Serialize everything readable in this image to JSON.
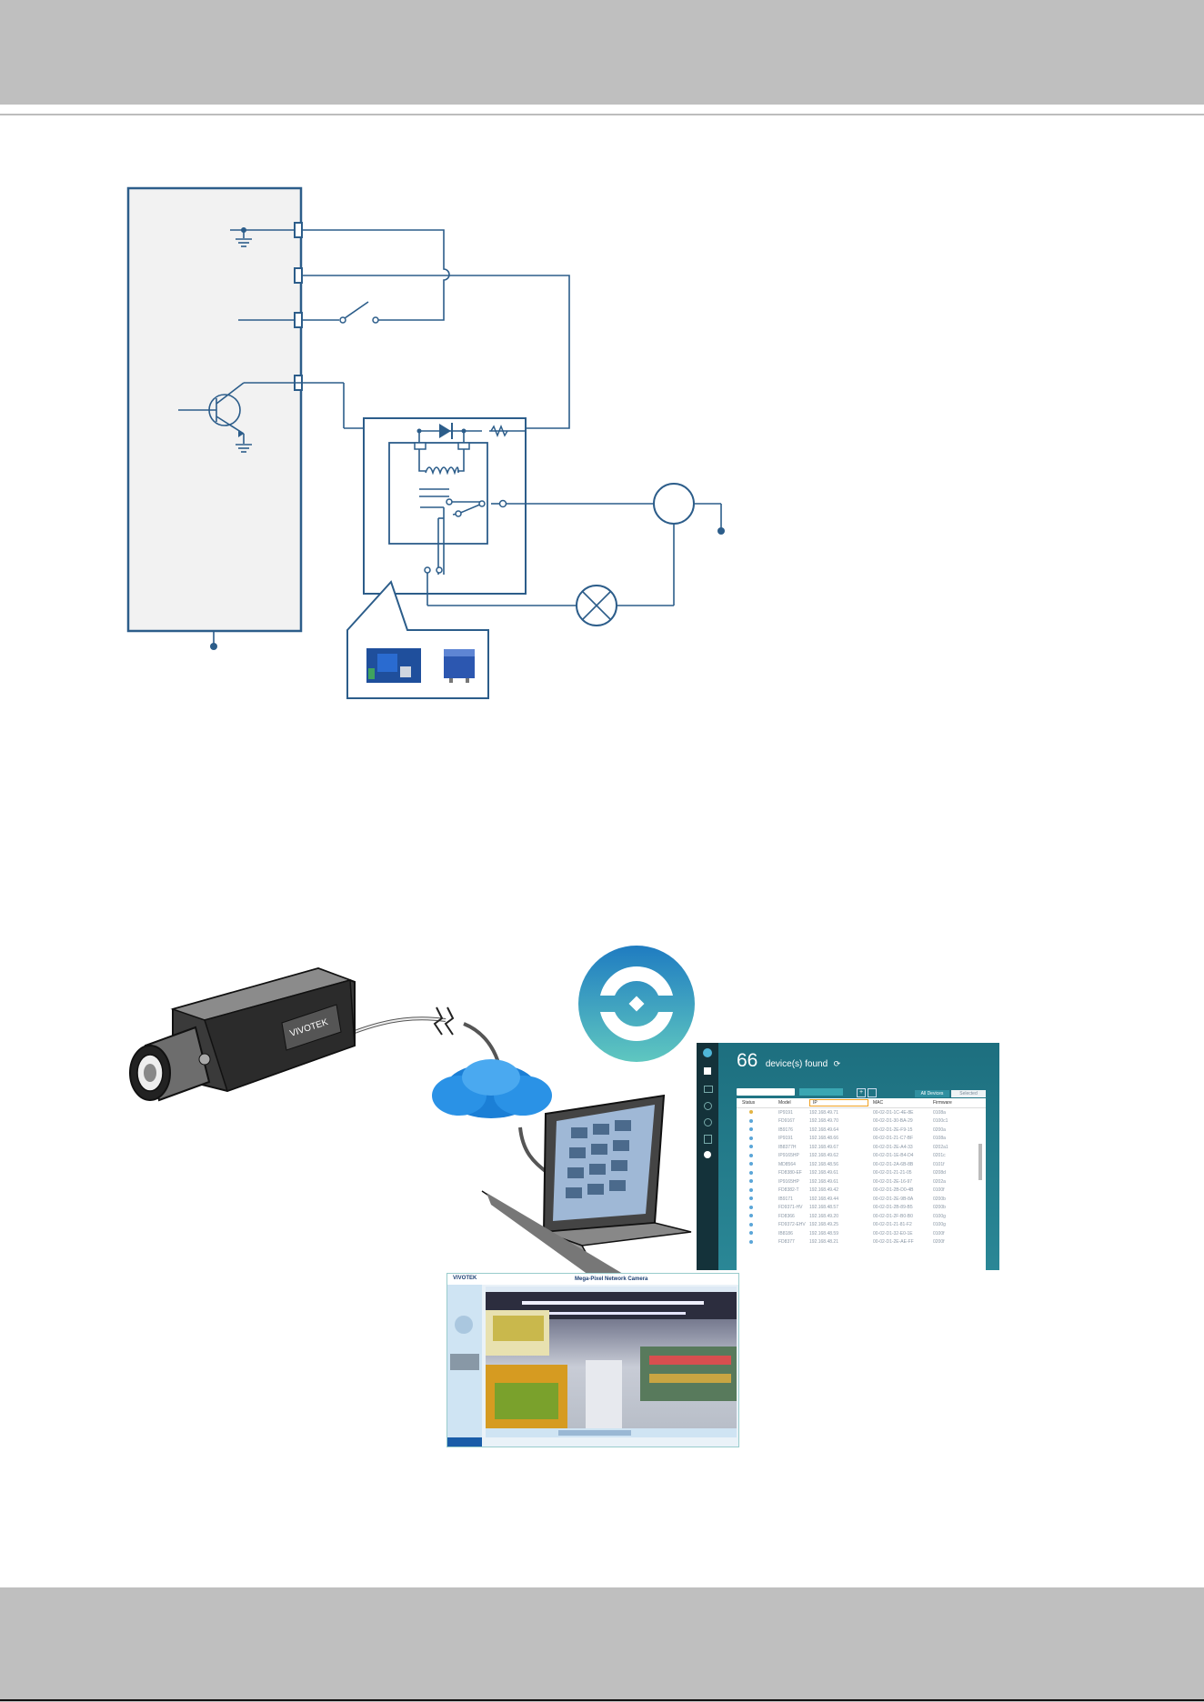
{
  "discovery": {
    "count": "66",
    "label": "device(s) found",
    "tab_all": "All Devices",
    "tab_selected": "Selected",
    "columns": [
      "Status",
      "Model",
      "IP",
      "MAC",
      "Firmware"
    ],
    "rows": [
      [
        "IP9191",
        "192.168.49.71",
        "00-02-D1-1C-4E-8E",
        "0108a"
      ],
      [
        "FD9167",
        "192.168.49.70",
        "00-02-D1-30-BA-29",
        "0100c1"
      ],
      [
        "IB9176",
        "192.168.49.64",
        "00-02-D1-2E-F9-15",
        "0200a"
      ],
      [
        "IP9191",
        "192.168.48.66",
        "00-02-D1-21-C7-BF",
        "0108a"
      ],
      [
        "IB8377H",
        "192.168.49.67",
        "00-02-D1-2E-A4-33",
        "0202a1"
      ],
      [
        "IP9165HP",
        "192.168.49.62",
        "00-02-D1-1E-B4-D4",
        "0201c"
      ],
      [
        "MD8564",
        "192.168.48.56",
        "00-02-D1-2A-6B-8B",
        "0101f"
      ],
      [
        "FD8380-EF",
        "192.168.49.61",
        "00-02-D1-21-21-05",
        "0208d"
      ],
      [
        "IP9165HP",
        "192.168.49.61",
        "00-02-D1-2E-16-97",
        "0202a"
      ],
      [
        "FD8382-T",
        "192.168.49.42",
        "00-02-D1-2B-D0-4B",
        "0100f"
      ],
      [
        "IB9171",
        "192.168.49.44",
        "00-02-D1-2E-9B-8A",
        "0200b"
      ],
      [
        "FD9371-HV",
        "192.168.48.57",
        "00-02-D1-2B-89-B5",
        "0200b"
      ],
      [
        "FD8366",
        "192.168.49.20",
        "00-02-D1-2F-B0-B0",
        "0100g"
      ],
      [
        "FD9372-EHV",
        "192.168.49.25",
        "00-02-D1-21-81-F2",
        "0100g"
      ],
      [
        "IB8186",
        "192.168.48.59",
        "00-02-D1-32-E0-1E",
        "0100f"
      ],
      [
        "FD8377",
        "192.168.48.21",
        "00-02-D1-2E-AE-FF",
        "0200f"
      ]
    ]
  },
  "webui": {
    "brand": "VIVOTEK",
    "title": "Mega-Pixel Network Camera"
  },
  "colors": {
    "band": "#bfbfbf",
    "wire": "#2c5d8a",
    "teal": "#1d6f7f",
    "logo_top": "#1f7cc1",
    "logo_bottom": "#5fc7c0"
  }
}
